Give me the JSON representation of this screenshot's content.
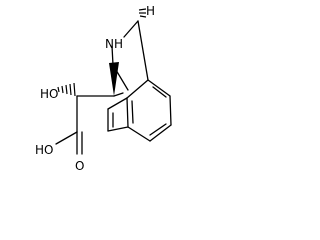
{
  "molecule": {
    "atom_labels": {
      "hydroxyl": "HO",
      "amine": "NH",
      "bridgehead_h": "H",
      "carboxyl_oh": "HO",
      "carbonyl_o": "O"
    },
    "colors": {
      "bond": "#000000",
      "label": "#000000",
      "background": "#ffffff"
    }
  }
}
